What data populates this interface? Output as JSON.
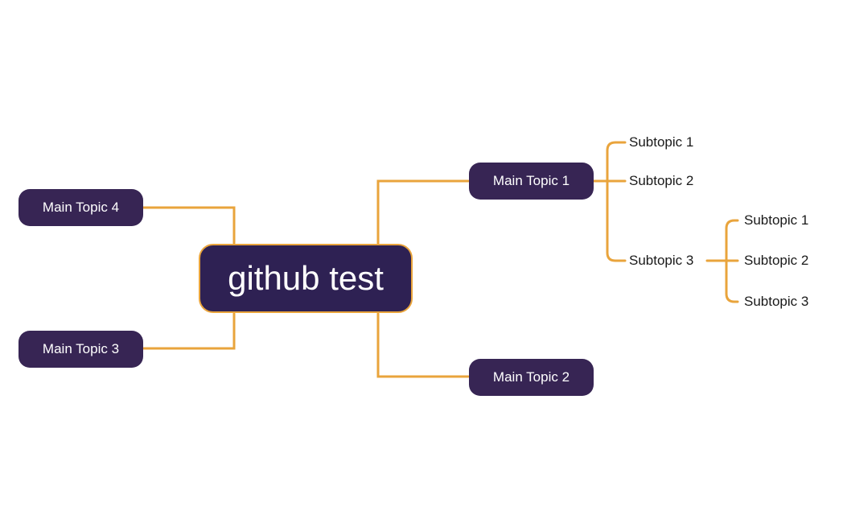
{
  "diagram": {
    "type": "mindmap",
    "root": {
      "label": "github test"
    },
    "main_topics": [
      {
        "label": "Main Topic 1"
      },
      {
        "label": "Main Topic 2"
      },
      {
        "label": "Main Topic 3"
      },
      {
        "label": "Main Topic 4"
      }
    ],
    "main_topic_1_subtopics": [
      {
        "label": "Subtopic 1"
      },
      {
        "label": "Subtopic 2"
      },
      {
        "label": "Subtopic 3"
      }
    ],
    "subtopic_3_subtopics": [
      {
        "label": "Subtopic 1"
      },
      {
        "label": "Subtopic 2"
      },
      {
        "label": "Subtopic 3"
      }
    ],
    "colors": {
      "background": "#FFFFFF",
      "root_fill": "#2E2153",
      "main_topic_fill": "#372554",
      "root_border": "#E9A43C",
      "connector": "#E9A43C",
      "node_text": "#FFFFFF",
      "subtopic_text": "#1A1A1A"
    }
  }
}
